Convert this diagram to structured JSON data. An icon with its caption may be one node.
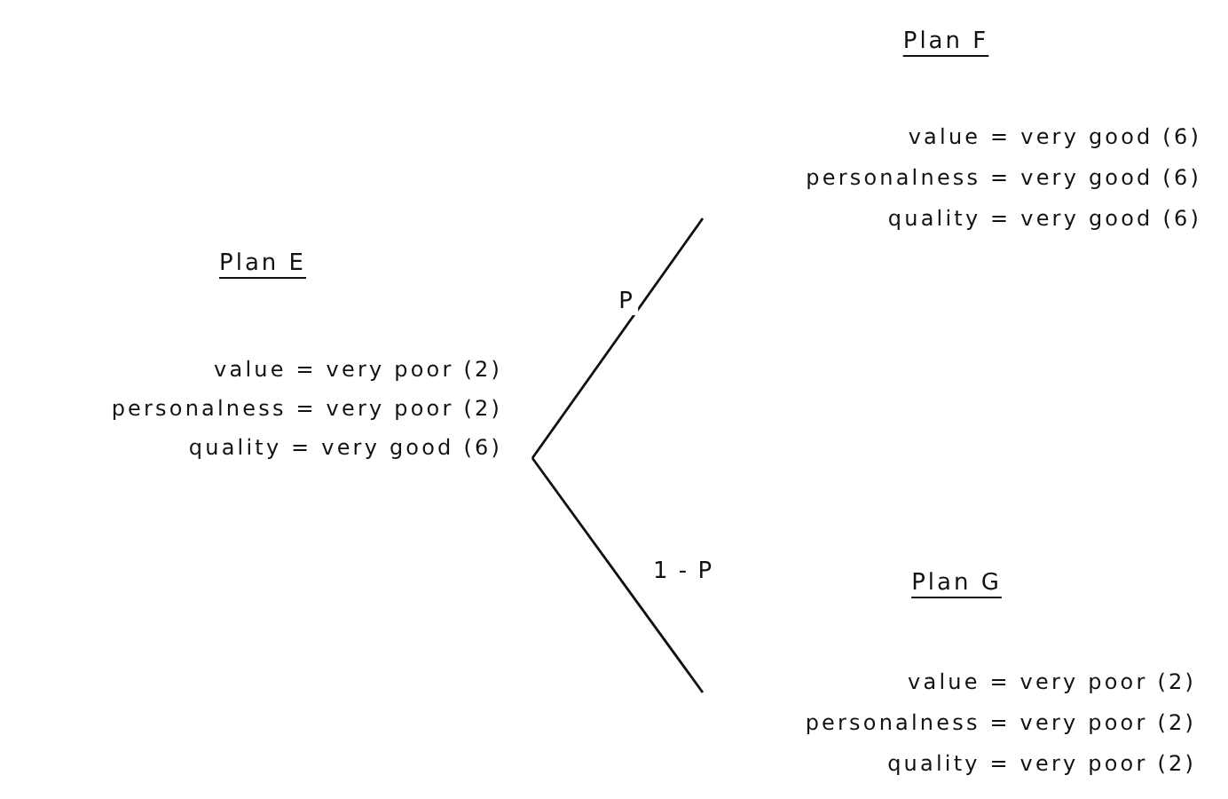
{
  "diagram": {
    "nodes": [
      {
        "text": [
          "Plan E",
          "value = very poor (2)",
          "personalness = very poor (2)",
          "quality = very good (6)"
        ]
      },
      {
        "text": [
          "Plan F",
          "value = very good (6)",
          "personalness = very good (6)",
          "quality = very good (6)"
        ]
      },
      {
        "text": [
          "Plan G",
          "value = very poor (2)",
          "personalness = very poor (2)",
          "quality = very poor (2)"
        ]
      }
    ],
    "edges": [
      {
        "from": 0,
        "to": 1,
        "arrow": "none",
        "label": "P"
      },
      {
        "from": 0,
        "to": 2,
        "arrow": "none",
        "label": "1 - P"
      }
    ]
  }
}
